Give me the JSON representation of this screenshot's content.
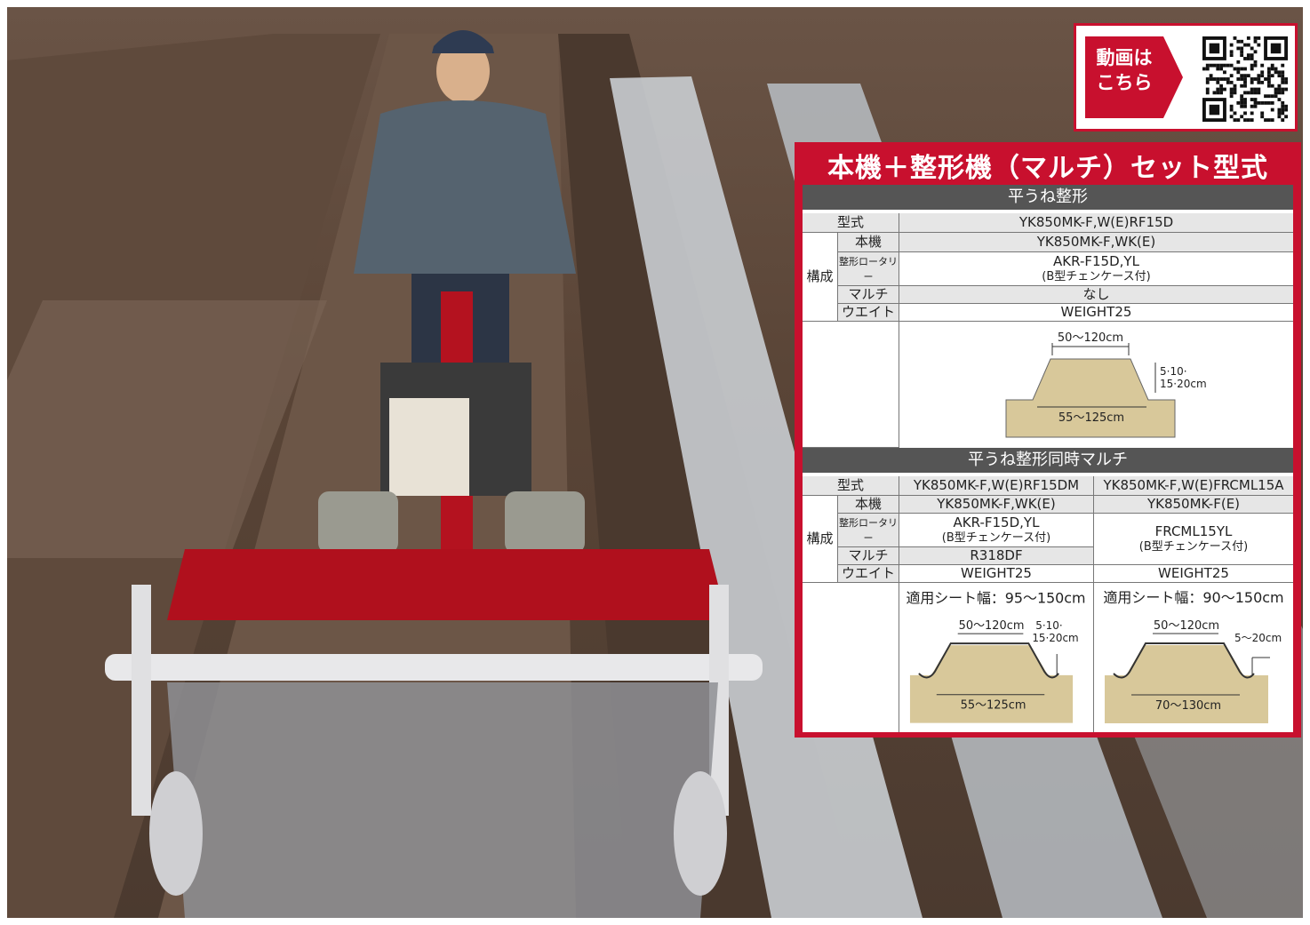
{
  "qr": {
    "label_line1": "動画は",
    "label_line2": "こちら"
  },
  "panel_title": "本機＋整形機（マルチ）セット型式",
  "section1": {
    "title": "平うね整形",
    "model_label": "型式",
    "model": "YK850MK-F,W(E)RF15D",
    "composition_label": "構成",
    "rows": [
      {
        "label": "本機",
        "value": "YK850MK-F,WK(E)"
      },
      {
        "label": "整形ロータリー",
        "value": "AKR-F15D,YL",
        "note": "(B型チェンケース付)"
      },
      {
        "label": "マルチ",
        "value": "なし"
      },
      {
        "label": "ウエイト",
        "value": "WEIGHT25"
      }
    ],
    "diagram": {
      "top_width": "50〜120cm",
      "height": "5·10·",
      "height2": "15·20cm",
      "bottom_width": "55〜125cm"
    }
  },
  "section2": {
    "title": "平うね整形同時マルチ",
    "model_label": "型式",
    "model_a": "YK850MK-F,W(E)RF15DM",
    "model_b": "YK850MK-F,W(E)FRCML15A",
    "composition_label": "構成",
    "rows_a": [
      {
        "label": "本機",
        "value": "YK850MK-F,WK(E)"
      },
      {
        "label": "整形ロータリー",
        "value": "AKR-F15D,YL",
        "note": "(B型チェンケース付)"
      },
      {
        "label": "マルチ",
        "value": "R318DF"
      },
      {
        "label": "ウエイト",
        "value": "WEIGHT25"
      }
    ],
    "col_b": {
      "main": "YK850MK-F(E)",
      "rotary": "FRCML15YL",
      "rotary_note": "(B型チェンケース付)",
      "weight": "WEIGHT25"
    },
    "diagram_a": {
      "sheet": "適用シート幅：95〜150cm",
      "top_width": "50〜120cm",
      "height": "5·10·",
      "height2": "15·20cm",
      "bottom_width": "55〜125cm"
    },
    "diagram_b": {
      "sheet": "適用シート幅：90〜150cm",
      "top_width": "50〜120cm",
      "height": "5〜20cm",
      "bottom_width": "70〜130cm"
    }
  },
  "colors": {
    "accent": "#c8102e",
    "header_gray": "#555555",
    "soil": "#d8c89a"
  }
}
